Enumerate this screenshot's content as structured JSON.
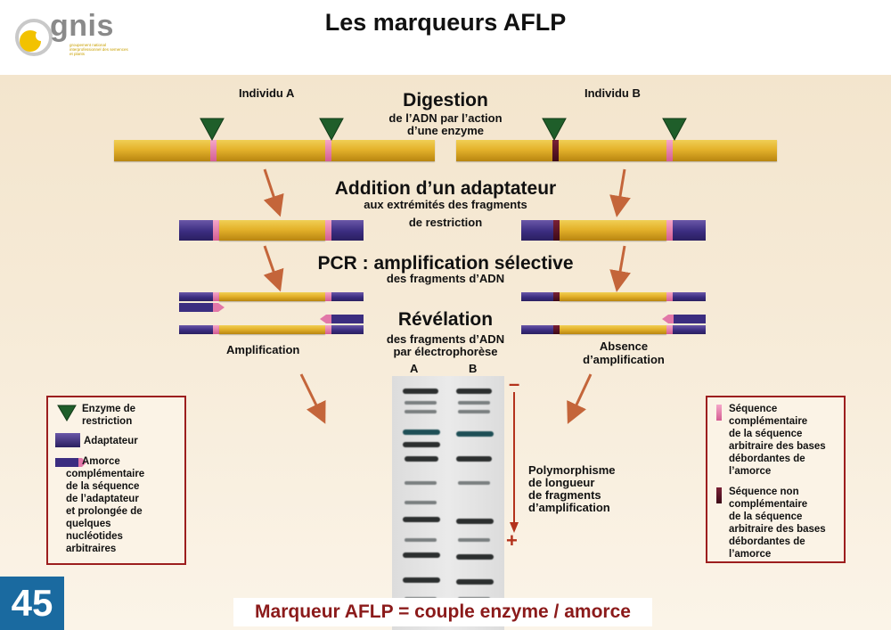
{
  "title": "Les marqueurs AFLP",
  "logo": {
    "name": "gnis",
    "tagline": "groupement national interprofessionnel des semences et plants"
  },
  "page_number": "45",
  "labels": {
    "individual_a": "Individu A",
    "individual_b": "Individu B"
  },
  "steps": {
    "digestion": {
      "title": "Digestion",
      "line1": "de l’ADN par l’action",
      "line2": "d’une enzyme"
    },
    "adapter": {
      "title": "Addition d’un adaptateur",
      "line1": "aux extrémités des fragments",
      "line2": "de restriction"
    },
    "pcr": {
      "title": "PCR : amplification sélective",
      "line1": "des fragments d’ADN"
    },
    "reveal": {
      "title": "Révélation",
      "line1": "des fragments d’ADN",
      "line2": "par électrophorèse"
    }
  },
  "outcomes": {
    "amplification": "Amplification",
    "absence_line1": "Absence",
    "absence_line2": "d’amplification"
  },
  "gel": {
    "lane_a": "A",
    "lane_b": "B",
    "minus": "–",
    "plus": "+",
    "caption": [
      "Polymorphisme",
      "de longueur",
      "de fragments",
      "d’amplification"
    ]
  },
  "legend_left": {
    "enzyme": [
      "Enzyme de",
      "restriction"
    ],
    "adapter": "Adaptateur",
    "primer": [
      "Amorce",
      "complémentaire",
      "de la séquence",
      "de l’adaptateur",
      "et prolongée de",
      "quelques",
      "nucléotides",
      "arbitraires"
    ]
  },
  "legend_right": {
    "complementary": [
      "Séquence",
      "complémentaire",
      "de la séquence",
      "arbitraire des bases",
      "débordantes de",
      "l’amorce"
    ],
    "non_complementary": [
      "Séquence non",
      "complémentaire",
      "de la séquence",
      "arbitraire des bases",
      "débordantes de",
      "l’amorce"
    ]
  },
  "footer": "Marqueur AFLP = couple enzyme / amorce",
  "colors": {
    "dna": "#e4b22b",
    "adapter": "#3b2d80",
    "enzyme": "#1f5e2a",
    "site_complementary": "#e277a8",
    "site_non_complementary": "#5a1224",
    "arrow": "#c4653a",
    "legend_border": "#9c1e1e",
    "footer_text": "#8b1a1a",
    "page_badge": "#1a6aa0"
  }
}
